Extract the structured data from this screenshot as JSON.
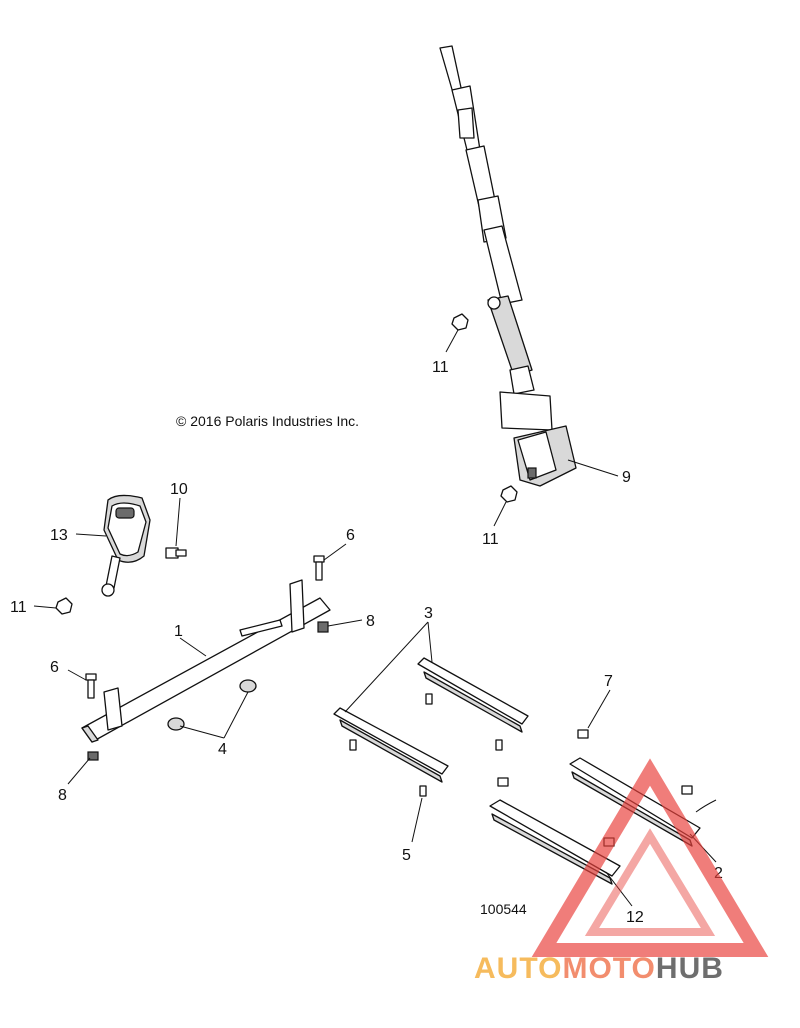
{
  "copyright": "© 2016 Polaris Industries Inc.",
  "diagram_id": "100544",
  "callouts": [
    "1",
    "2",
    "3",
    "4",
    "5",
    "6",
    "6",
    "7",
    "8",
    "8",
    "9",
    "10",
    "11",
    "11",
    "11",
    "12",
    "13"
  ],
  "watermark": {
    "part1": "AUTO",
    "part2": "MOTO",
    "part3": "HUB",
    "colors": {
      "auto": "#f5b041",
      "moto": "#f07a55",
      "hub": "#555555",
      "triangle": "#e8413c"
    }
  }
}
